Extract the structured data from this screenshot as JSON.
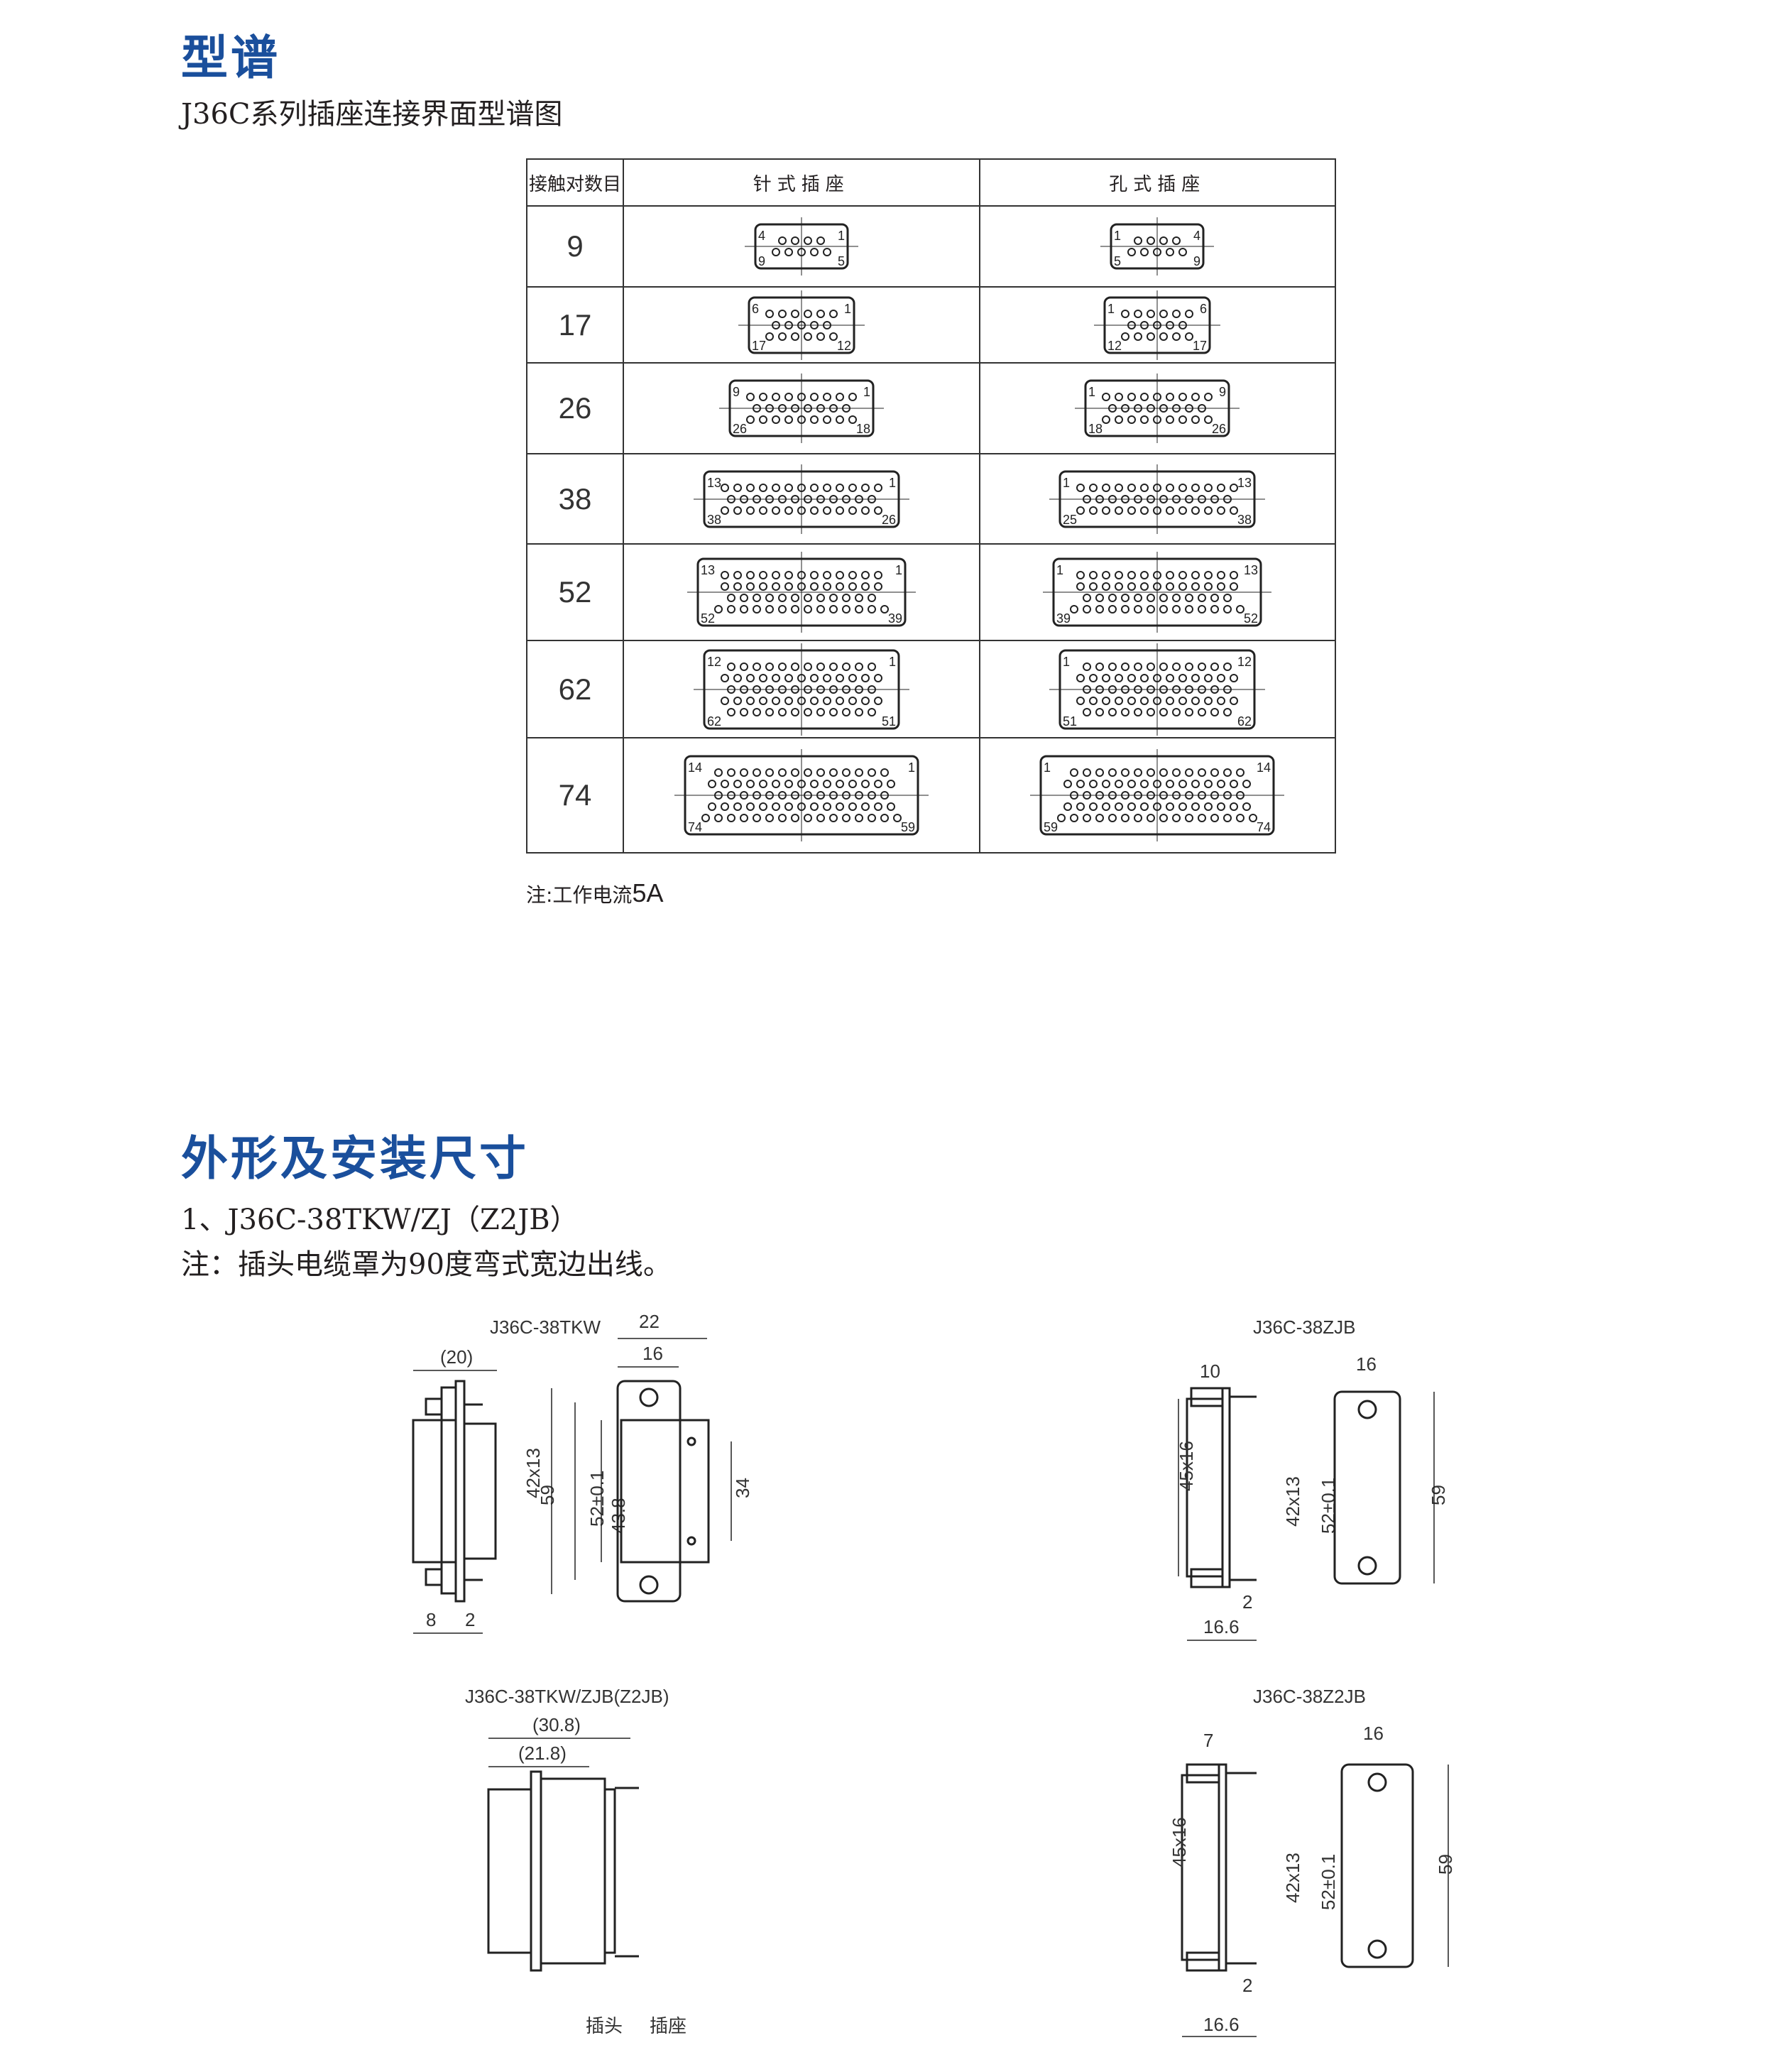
{
  "section1": {
    "title": "型谱",
    "subtitle": "J36C系列插座连接界面型谱图"
  },
  "table": {
    "headers": [
      "接触对数目",
      "针式插座",
      "孔式插座"
    ],
    "rows": [
      {
        "count": "9",
        "pin_rows": [
          4,
          5
        ],
        "pin": [
          "4",
          "1",
          "9",
          "5"
        ],
        "hole": [
          "1",
          "4",
          "5",
          "9"
        ]
      },
      {
        "count": "17",
        "pin_rows": [
          6,
          5,
          6
        ],
        "pin": [
          "6",
          "1",
          "17",
          "12"
        ],
        "hole": [
          "1",
          "6",
          "12",
          "17"
        ]
      },
      {
        "count": "26",
        "pin_rows": [
          9,
          8,
          9
        ],
        "pin": [
          "9",
          "1",
          "26",
          "18"
        ],
        "hole": [
          "1",
          "9",
          "18",
          "26"
        ]
      },
      {
        "count": "38",
        "pin_rows": [
          13,
          12,
          13
        ],
        "pin": [
          "13",
          "1",
          "38",
          "26"
        ],
        "hole": [
          "1",
          "13",
          "25",
          "38"
        ]
      },
      {
        "count": "52",
        "pin_rows": [
          13,
          13,
          12,
          14
        ],
        "pin": [
          "13",
          "1",
          "52",
          "39"
        ],
        "hole": [
          "1",
          "13",
          "39",
          "52"
        ]
      },
      {
        "count": "62",
        "pin_rows": [
          12,
          13,
          12,
          13,
          12
        ],
        "pin": [
          "12",
          "1",
          "62",
          "51"
        ],
        "hole": [
          "1",
          "12",
          "51",
          "62"
        ]
      },
      {
        "count": "74",
        "pin_rows": [
          14,
          15,
          14,
          15,
          16
        ],
        "pin": [
          "14",
          "1",
          "74",
          "59"
        ],
        "hole": [
          "1",
          "14",
          "59",
          "74"
        ]
      }
    ]
  },
  "note": {
    "label": "注:工作电流",
    "value": "5A"
  },
  "section2": {
    "title": "外形及安装尺寸",
    "item": "1、J36C-38TKW/ZJ（Z2JB）",
    "remark": "注：插头电缆罩为90度弯式宽边出线。"
  },
  "drawings": {
    "tkw": {
      "title": "J36C-38TKW",
      "dims": [
        "(20)",
        "22",
        "16",
        "42x13",
        "59",
        "52±0.1",
        "43.8",
        "34",
        "8",
        "2"
      ]
    },
    "zjb": {
      "title": "J36C-38ZJB",
      "dims": [
        "10",
        "16",
        "45x16",
        "42x13",
        "52±0.1",
        "59",
        "2",
        "16.6"
      ]
    },
    "tkwzjb": {
      "title": "J36C-38TKW/ZJB(Z2JB)",
      "dims": [
        "(30.8)",
        "(21.8)",
        "插头",
        "插座"
      ]
    },
    "z2jb": {
      "title": "J36C-38Z2JB",
      "dims": [
        "7",
        "16",
        "45x16",
        "42x13",
        "52±0.1",
        "59",
        "2",
        "16.6"
      ]
    }
  }
}
